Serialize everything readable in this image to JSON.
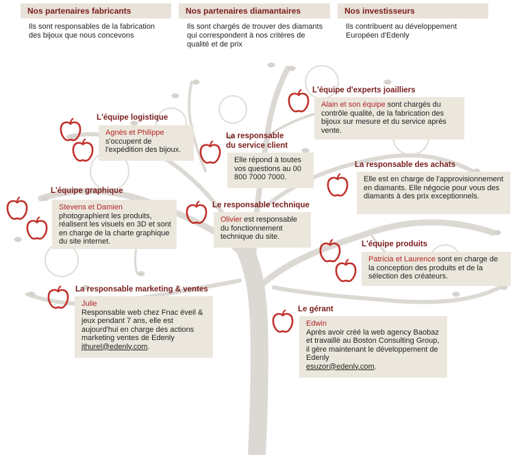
{
  "partners": [
    {
      "title": "Nos partenaires fabricants",
      "desc": "Ils sont responsables de la fabrication des bijoux que nous concevons"
    },
    {
      "title": "Nos partenaires diamantaires",
      "desc": "Ils sont chargés de trouver des diamants qui correspondent à nos critères de qualité et de prix"
    },
    {
      "title": "Nos investisseurs",
      "desc": "Ils contribuent au développement Européen d'Edenly"
    }
  ],
  "teams": {
    "experts": {
      "title": "L'équipe d'experts joailliers",
      "name": "Alain et son équipe",
      "text": " sont chargés du contrôle qualité, de la fabrication des bijoux sur mesure et du service après vente."
    },
    "logistique": {
      "title": "L'équipe logistique",
      "name": "Agnès et Philippe",
      "text": " s'occupent de l'expédition des bijoux."
    },
    "client": {
      "title_line1": "La responsable",
      "title_line2": "du service client",
      "text": "Elle répond à toutes vos questions au 00 800 7000 7000."
    },
    "achats": {
      "title": "La responsable des achats",
      "text": "Elle est en charge de l'approvisionnement en diamants. Elle négocie pour vous des diamants à des prix exceptionnels."
    },
    "graphique": {
      "title": "L'équipe graphique",
      "name": "Stevens et Damien",
      "text": " photographient les produits, réalisent les visuels en 3D et sont en charge de la charte graphique du site internet."
    },
    "technique": {
      "title": "Le responsable technique",
      "name": "Olivier",
      "text": " est responsable du fonctionnement technique du site."
    },
    "produits": {
      "title": "L'équipe produits",
      "name": "Patricia et Laurence",
      "text": " sont en charge de la conception des produits et de la sélection des créateurs."
    },
    "marketing": {
      "title": "La responsable marketing & ventes",
      "name": "Julie",
      "text": "Responsable web chez Fnac éveil & jeux pendant 7 ans, elle est aujourd'hui en charge des actions marketing ventes de Edenly",
      "email": "jthurel@edenly.com"
    },
    "gerant": {
      "title": "Le gérant",
      "name": "Edwin",
      "text": "Après avoir créé la web agency Baobaz et travaillé au Boston Consulting Group, il gère maintenant le développement de Edenly",
      "email": "esuzor@edenly.com"
    }
  },
  "colors": {
    "accent": "#7a1c1c",
    "name": "#b02525",
    "box": "#ece7dd",
    "header": "#e8e2d8",
    "tree": "#d9d6d1"
  },
  "icons": {
    "apple": "apple-icon",
    "tree": "tree-illustration"
  }
}
